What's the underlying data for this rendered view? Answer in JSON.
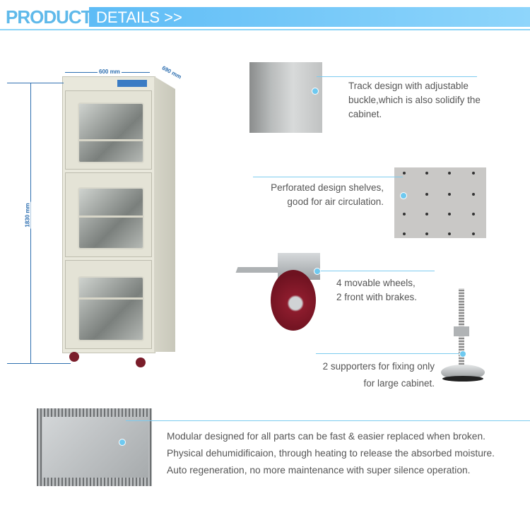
{
  "header": {
    "product": "PRODUCT",
    "details": "DETAILS  >>"
  },
  "dimensions": {
    "width": "600 mm",
    "depth": "690 mm",
    "height": "1830 mm"
  },
  "features": [
    {
      "lines": [
        "Track design with adjustable",
        "buckle,which is also solidify the",
        "cabinet."
      ]
    },
    {
      "lines": [
        "Perforated design shelves,",
        "good for air circulation."
      ]
    },
    {
      "lines": [
        "4 movable wheels,",
        "2 front with brakes."
      ]
    },
    {
      "lines": [
        "2 supporters for fixing only",
        "for large cabinet."
      ]
    },
    {
      "lines": [
        "Modular designed for all parts can be fast & easier replaced when broken.",
        "Physical dehumidificaion, through heating to release the absorbed moisture.",
        "Auto regeneration, no more maintenance with super silence operation."
      ]
    }
  ],
  "colors": {
    "accent": "#5fb9ea",
    "leader": "#7ccbef",
    "dimension": "#2e6fb0"
  }
}
